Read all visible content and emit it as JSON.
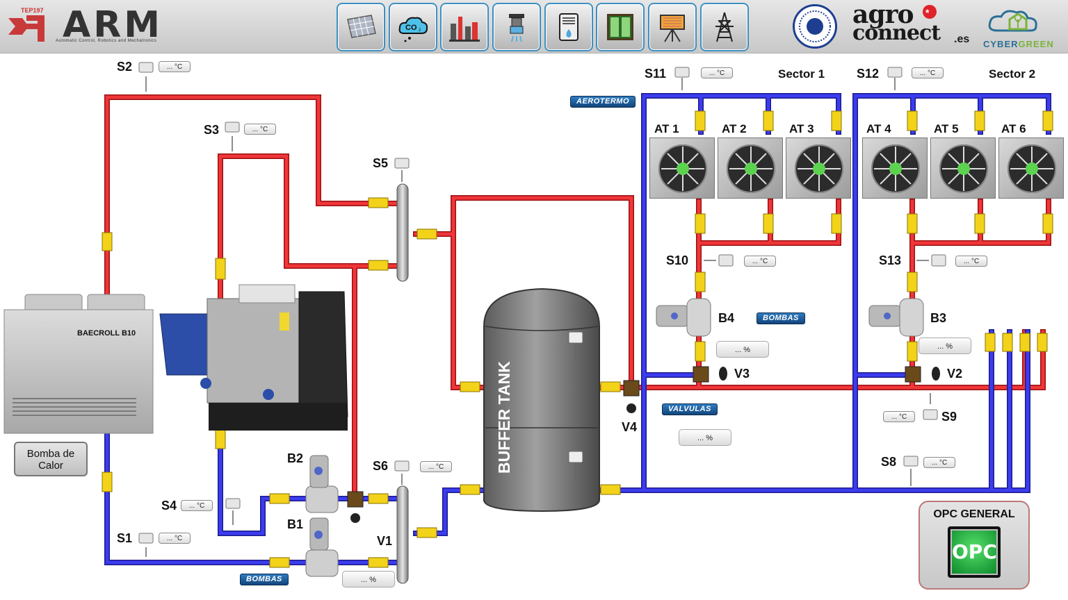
{
  "header": {
    "logo_tag": "TEP197",
    "logo_name": "ARM",
    "logo_subtitle": "Automatic Control, Robotics and Mechatronics",
    "partner_agro": "agro",
    "partner_connect": "connect",
    "partner_tld": ".es",
    "partner_cyber": "CYBER",
    "partner_green": "GREEN",
    "nav_buttons": [
      {
        "name": "solar-panel",
        "icon": "solar-panel-icon"
      },
      {
        "name": "co2",
        "icon": "co2-cloud-icon",
        "text": "CO2"
      },
      {
        "name": "sensors",
        "icon": "sensor-rack-icon"
      },
      {
        "name": "irrigation",
        "icon": "irrigation-icon"
      },
      {
        "name": "dehumidifier",
        "icon": "dehumidifier-icon"
      },
      {
        "name": "windows",
        "icon": "window-icon"
      },
      {
        "name": "heater",
        "icon": "heater-icon"
      },
      {
        "name": "power-grid",
        "icon": "power-tower-icon"
      }
    ]
  },
  "sensors": {
    "S1": {
      "label": "S1",
      "value": "... °C"
    },
    "S2": {
      "label": "S2",
      "value": "... °C"
    },
    "S3": {
      "label": "S3",
      "value": "... °C"
    },
    "S4": {
      "label": "S4",
      "value": "... °C"
    },
    "S5": {
      "label": "S5"
    },
    "S6": {
      "label": "S6",
      "value": "... °C"
    },
    "S8": {
      "label": "S8",
      "value": "... °C"
    },
    "S9": {
      "label": "S9",
      "value": "... °C"
    },
    "S10": {
      "label": "S10",
      "value": "... °C"
    },
    "S11": {
      "label": "S11",
      "value": "... °C"
    },
    "S12": {
      "label": "S12",
      "value": "... °C"
    },
    "S13": {
      "label": "S13",
      "value": "... °C"
    }
  },
  "sectors": {
    "sector1": "Sector 1",
    "sector2": "Sector 2"
  },
  "aerotermos": [
    "AT 1",
    "AT 2",
    "AT 3",
    "AT 4",
    "AT 5",
    "AT 6"
  ],
  "pumps": {
    "B1": "B1",
    "B2": "B2",
    "B3": "B3",
    "B4": "B4"
  },
  "valves": {
    "V1": "V1",
    "V2": "V2",
    "V3": "V3",
    "V4": "V4"
  },
  "setpoints": {
    "b1_pct": "... %",
    "b4_pct": "... %",
    "b3_pct": "... %",
    "valves_pct": "... %"
  },
  "tags": {
    "aerotermo": "AEROTERMO",
    "bombas": "BOMBAS",
    "valvulas": "VALVULAS"
  },
  "equipment": {
    "heat_pump_model": "BAECROLL B10",
    "heat_pump_button": "Bomba de Calor",
    "buffer_tank": "BUFFER TANK"
  },
  "opc": {
    "title": "OPC GENERAL",
    "button": "OPC"
  },
  "colors": {
    "hot": "#e8383a",
    "cold": "#3b3bdb",
    "accent": "#3e8fc1"
  }
}
